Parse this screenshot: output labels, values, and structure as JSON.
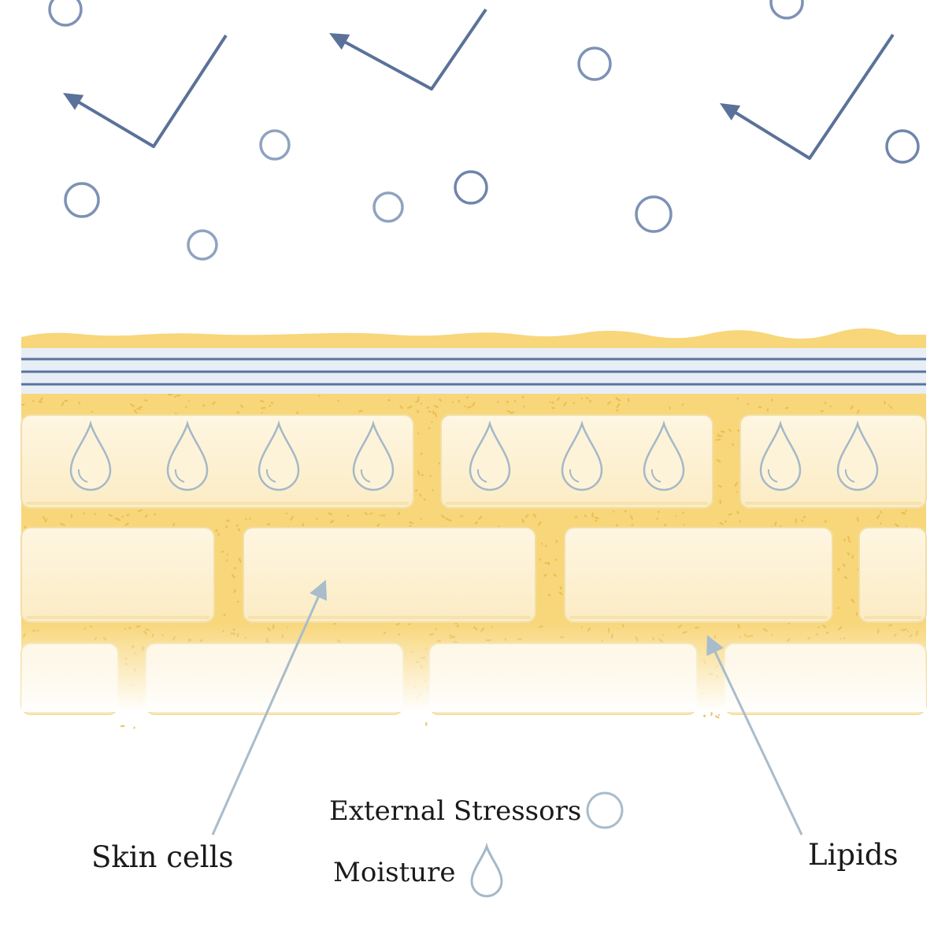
{
  "labels": {
    "skin_cells": "Skin cells",
    "lipids": "Lipids",
    "external_stressors": "External Stressors",
    "moisture": "Moisture"
  },
  "icons": {
    "stressor": "circle-outline-icon",
    "moisture": "water-drop-icon",
    "uv_ray": "zigzag-arrow-icon"
  },
  "colors": {
    "ray": "#5a7299",
    "stressor": "#7d92b5",
    "drop": "#a5b8c8",
    "lipid": "#f8d67a",
    "cell": "#fdf1d1",
    "leader": "#a9bccb",
    "protective_stripes": "#5a73a0"
  }
}
